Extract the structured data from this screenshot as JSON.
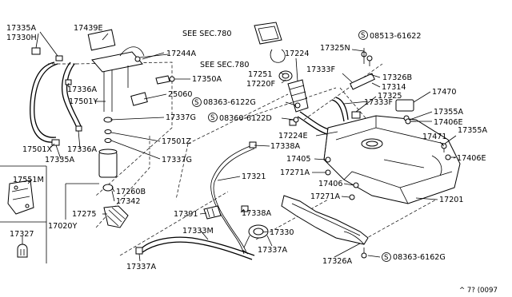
{
  "labels": {
    "p17335A_top": "17335A",
    "p17330H": "17330H",
    "p17439E": "17439E",
    "see780_a": "SEE SEC.780",
    "see780_b": "SEE SEC.780",
    "p17244A": "17244A",
    "p17350A": "17350A",
    "p17336A_top": "17336A",
    "p17501Y": "17501Y",
    "p25060": "25060",
    "p17337G_a": "17337G",
    "p17501Z": "17501Z",
    "p17337G_b": "17337G",
    "p17501X": "17501X",
    "p17336A_bot": "17336A",
    "p17335A_bot": "17335A",
    "p17551M": "17551M",
    "p17260B": "17260B",
    "p17342": "17342",
    "p17275": "17275",
    "p17020Y": "17020Y",
    "p17327": "17327",
    "p17224": "17224",
    "p17251": "17251",
    "p17220F": "17220F",
    "p17325N": "17325N",
    "s08513": "08513-61622",
    "p17326B": "17326B",
    "p17333F_a": "17333F",
    "p17314": "17314",
    "p17325": "17325",
    "p17333F_b": "17333F",
    "p17470": "17470",
    "p17355A_a": "17355A",
    "p17406E_a": "17406E",
    "s08363_a": "08363-6122G",
    "s08360": "08360-6122D",
    "p17224E": "17224E",
    "p17471": "17471",
    "p17355A_b": "17355A",
    "p17406E_b": "17406E",
    "p17338A_a": "17338A",
    "p17405": "17405",
    "p17271A_a": "17271A",
    "p17321": "17321",
    "p17406": "17406",
    "p17271A_b": "17271A",
    "p17201": "17201",
    "p17391": "17391",
    "p17338A_b": "17338A",
    "p17333M": "17333M",
    "p17330": "17330",
    "p17337A_a": "17337A",
    "p17337A_b": "17337A",
    "p17326A": "17326A",
    "s08363_b": "08363-6162G",
    "footer": "^ 7? (0097",
    "screw_symbol": "S"
  }
}
